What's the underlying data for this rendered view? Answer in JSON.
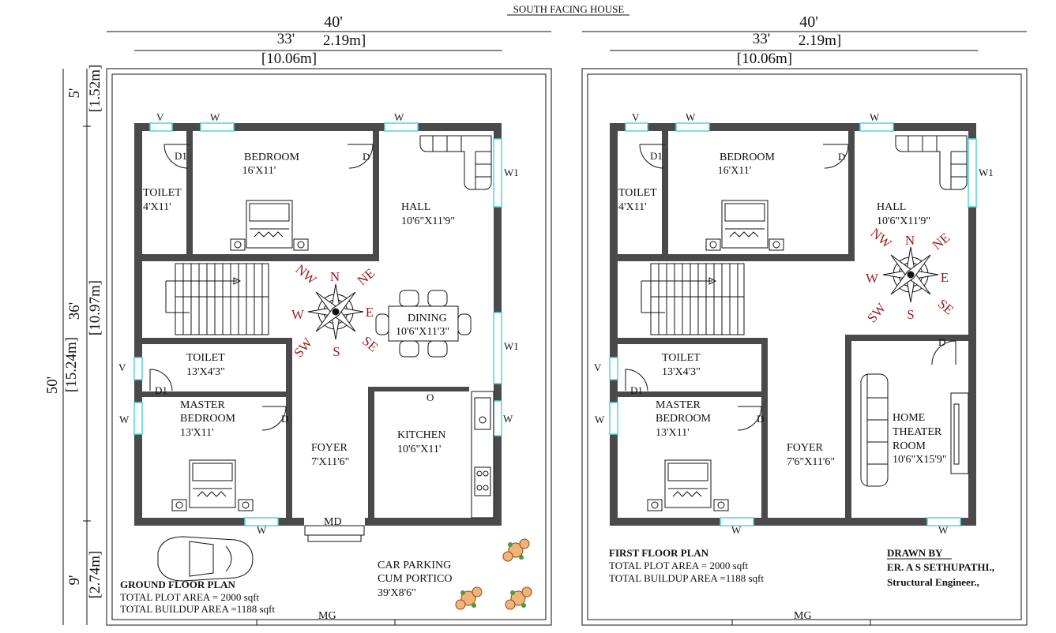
{
  "header": {
    "title": "SOUTH FACING HOUSE"
  },
  "dimensions": {
    "width_ft": "40'",
    "width_m": "2.19m]",
    "inner_ft": "33'",
    "inner_m": "[10.06m]",
    "height_ft": "50'",
    "height_m": "[15.24m]",
    "top_ft": "5'",
    "top_m": "[1.52m]",
    "mid_ft": "36'",
    "mid_m": "[10.97m]",
    "bot_ft": "9'",
    "bot_m": "[2.74m]"
  },
  "ground": {
    "rooms": {
      "bedroom": "BEDROOM",
      "bedroom_size": "16'X11'",
      "toilet1": "TOILET",
      "toilet1_size": "4'X11'",
      "hall": "HALL",
      "hall_size": "10'6\"X11'9\"",
      "dining": "DINING",
      "dining_size": "10'6\"X11'3\"",
      "toilet2": "TOILET",
      "toilet2_size": "13'X4'3\"",
      "master1": "MASTER",
      "master2": "BEDROOM",
      "master_size": "13'X11'",
      "foyer": "FOYER",
      "foyer_size": "7'X11'6\"",
      "kitchen": "KITCHEN",
      "kitchen_size": "10'6\"X11'",
      "parking1": "CAR PARKING",
      "parking2": "CUM PORTICO",
      "parking_size": "39'X8'6\""
    },
    "labels": {
      "v": "V",
      "w": "W",
      "w1": "W1",
      "d": "D",
      "d1": "D1",
      "md": "MD",
      "o": "O",
      "mg": "MG"
    },
    "plan_title": "GROUND FLOOR PLAN",
    "plot_area": "TOTAL PLOT AREA = 2000 sqft",
    "buildup_area": "TOTAL BUILDUP AREA =1188 sqft"
  },
  "first": {
    "rooms": {
      "bedroom": "BEDROOM",
      "bedroom_size": "16'X11'",
      "toilet1": "TOILET",
      "toilet1_size": "4'X11'",
      "hall": "HALL",
      "hall_size": "10'6\"X11'9\"",
      "toilet2": "TOILET",
      "toilet2_size": "13'X4'3\"",
      "master1": "MASTER",
      "master2": "BEDROOM",
      "master_size": "13'X11'",
      "foyer": "FOYER",
      "foyer_size": "7'6\"X11'6\"",
      "theater1": "HOME",
      "theater2": "THEATER",
      "theater3": "ROOM",
      "theater_size": "10'6\"X15'9\""
    },
    "plan_title": "FIRST FLOOR PLAN",
    "plot_area": "TOTAL PLOT AREA = 2000 sqft",
    "buildup_area": "TOTAL BUILDUP AREA =1188 sqft"
  },
  "credits": {
    "drawn_by": "DRAWN BY",
    "name": "ER. A S SETHUPATHI.,",
    "role": "Structural Engineer.,"
  },
  "compass": {
    "n": "N",
    "s": "S",
    "e": "E",
    "w": "W",
    "ne": "NE",
    "nw": "NW",
    "se": "SE",
    "sw": "SW"
  },
  "colors": {
    "wall": "#4a4a4a",
    "window": "#4fd6e0",
    "compass": "#9b1c1c"
  }
}
